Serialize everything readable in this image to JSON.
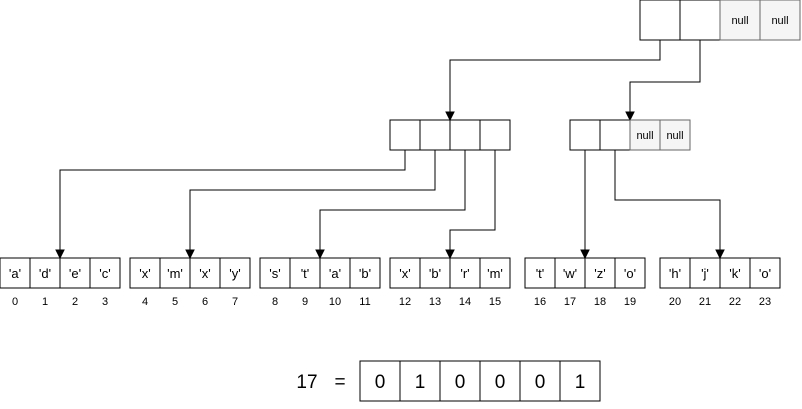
{
  "root": {
    "cells": [
      "",
      "",
      "null",
      "null"
    ]
  },
  "level1": [
    {
      "cells": [
        "",
        "",
        "",
        ""
      ]
    },
    {
      "cells": [
        "",
        "",
        "null",
        "null"
      ]
    }
  ],
  "leaves": [
    {
      "values": [
        "'a'",
        "'d'",
        "'e'",
        "'c'"
      ],
      "indices": [
        "0",
        "1",
        "2",
        "3"
      ]
    },
    {
      "values": [
        "'x'",
        "'m'",
        "'x'",
        "'y'"
      ],
      "indices": [
        "4",
        "5",
        "6",
        "7"
      ]
    },
    {
      "values": [
        "'s'",
        "'t'",
        "'a'",
        "'b'"
      ],
      "indices": [
        "8",
        "9",
        "10",
        "11"
      ]
    },
    {
      "values": [
        "'x'",
        "'b'",
        "'r'",
        "'m'"
      ],
      "indices": [
        "12",
        "13",
        "14",
        "15"
      ]
    },
    {
      "values": [
        "'t'",
        "'w'",
        "'z'",
        "'o'"
      ],
      "indices": [
        "16",
        "17",
        "18",
        "19"
      ]
    },
    {
      "values": [
        "'h'",
        "'j'",
        "'k'",
        "'o'"
      ],
      "indices": [
        "20",
        "21",
        "22",
        "23"
      ]
    }
  ],
  "binary": {
    "number": "17",
    "equals": "=",
    "bits": [
      "0",
      "1",
      "0",
      "0",
      "0",
      "1"
    ]
  }
}
